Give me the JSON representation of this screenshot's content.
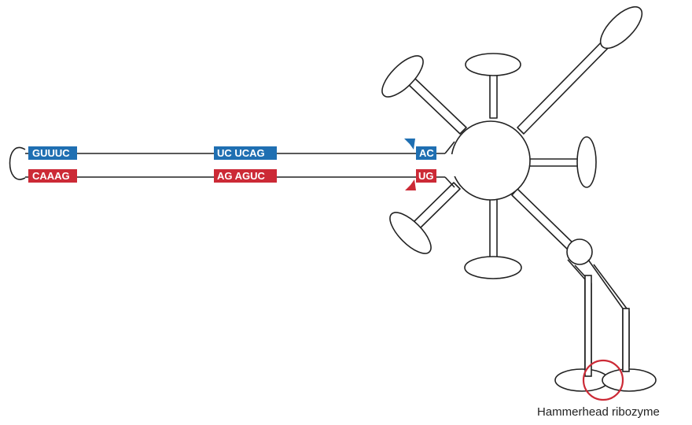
{
  "colors": {
    "blue": "#1f6fb2",
    "red": "#cc2a36",
    "ink": "#222222"
  },
  "top_strand": {
    "color": "blue",
    "segments": [
      "GUUUC",
      "UC UCAG",
      "AC"
    ]
  },
  "bottom_strand": {
    "color": "red",
    "segments": [
      "CAAAG",
      "AG AGUC",
      "UG"
    ]
  },
  "markers": [
    {
      "name": "cleavage-arrow-blue",
      "color": "blue"
    },
    {
      "name": "cleavage-arrow-red",
      "color": "red"
    }
  ],
  "caption": "Hammerhead ribozyme"
}
